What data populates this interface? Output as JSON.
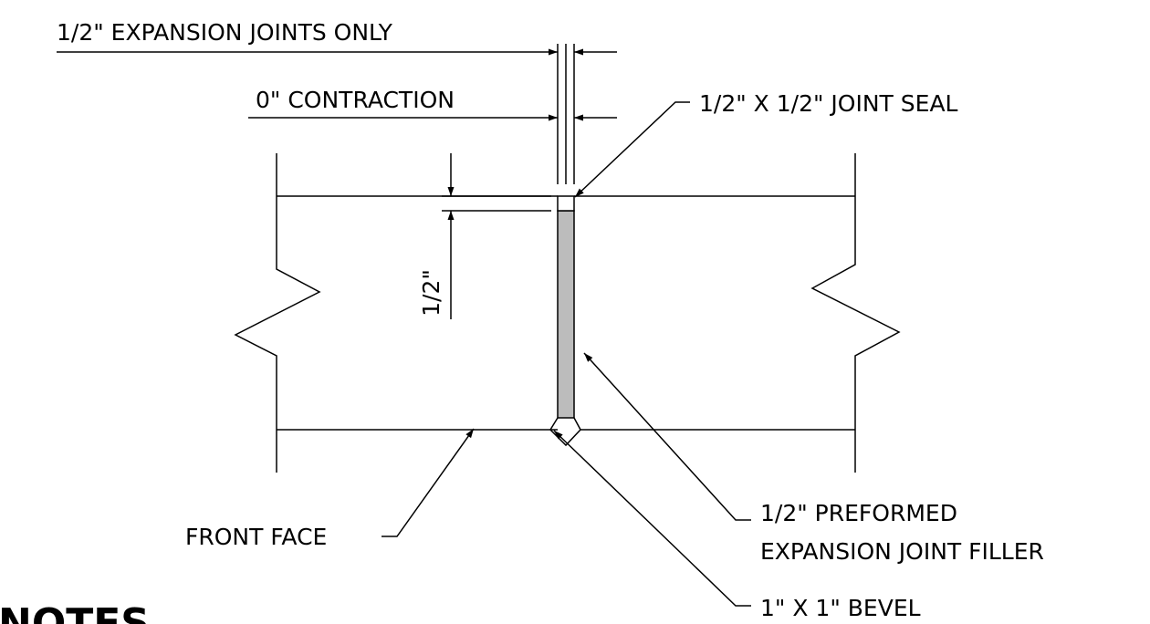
{
  "labels": {
    "expansion_joints": "1/2\" EXPANSION JOINTS ONLY",
    "contraction": "0\" CONTRACTION",
    "joint_seal": "1/2\" X 1/2\" JOINT SEAL",
    "depth_dim": "1/2\"",
    "front_face": "FRONT FACE",
    "filler_line1": "1/2\" PREFORMED",
    "filler_line2": "EXPANSION JOINT FILLER",
    "bevel": "1\" X 1\" BEVEL"
  },
  "notes_heading": "NOTES",
  "colors": {
    "line": "#000000",
    "filler": "#bcbcbc",
    "background": "#ffffff"
  }
}
